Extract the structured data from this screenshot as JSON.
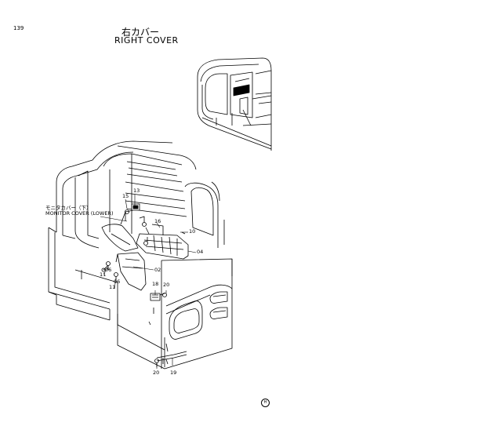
{
  "page_number": "139",
  "title_jp": "右カバー",
  "title_en": "RIGHT  COVER",
  "callout_monitor_cover": {
    "jp": "モニタカバー（下）",
    "en": "MONITOR COVER (LOWER)"
  },
  "part_labels": {
    "p13": "13",
    "p15": "15",
    "p16": "16",
    "p10": "10",
    "p04": "04",
    "p06a": "06",
    "p11a": "11",
    "p02": "02",
    "p06b": "06",
    "p11b": "11",
    "p18": "18",
    "p20a": "20",
    "p20b": "20",
    "p19": "19"
  },
  "mark": "H"
}
